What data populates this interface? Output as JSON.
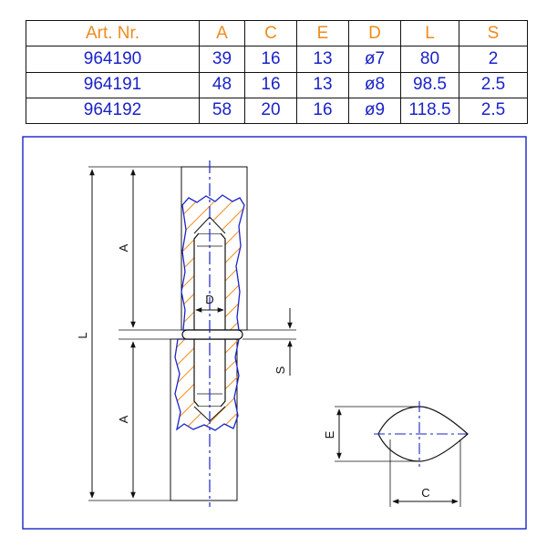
{
  "table": {
    "headers": [
      "Art. Nr.",
      "A",
      "C",
      "E",
      "D",
      "L",
      "S"
    ],
    "rows": [
      [
        "964190",
        "39",
        "16",
        "13",
        "ø7",
        "80",
        "2"
      ],
      [
        "964191",
        "48",
        "16",
        "13",
        "ø8",
        "98.5",
        "2.5"
      ],
      [
        "964192",
        "58",
        "20",
        "16",
        "ø9",
        "118.5",
        "2.5"
      ]
    ]
  },
  "drawing": {
    "labels": {
      "L": "L",
      "A_top": "A",
      "A_bottom": "A",
      "D": "D",
      "S": "S",
      "E": "E",
      "C": "C"
    }
  },
  "colors": {
    "header_text": "#f08a1c",
    "cell_text": "#1a23c8",
    "frame": "#1a23c8",
    "hatch": "#f08a1c",
    "centerline": "#1a23c8"
  }
}
